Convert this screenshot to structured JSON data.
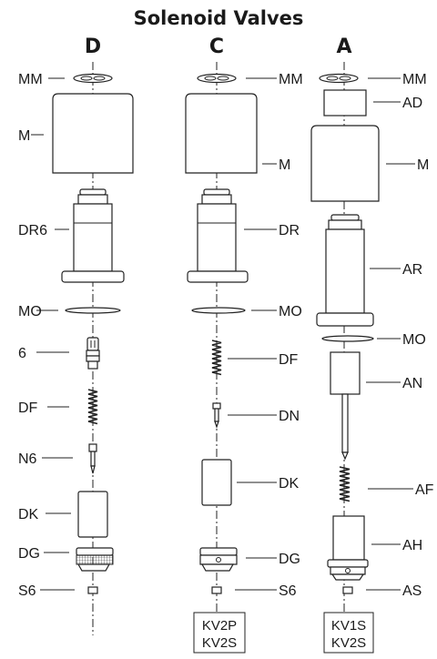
{
  "title": "Solenoid Valves",
  "columns": {
    "d": {
      "heading": "D",
      "labels": {
        "mm": "MM",
        "m": "M",
        "dr": "DR6",
        "mo": "MO",
        "six": "6",
        "df": "DF",
        "n": "N6",
        "dk": "DK",
        "dg": "DG",
        "s": "S6"
      }
    },
    "c": {
      "heading": "C",
      "labels": {
        "mm": "MM",
        "m": "M",
        "dr": "DR",
        "mo": "MO",
        "df": "DF",
        "dn": "DN",
        "dk": "DK",
        "dg": "DG",
        "s": "S6"
      },
      "codes": [
        "KV2P",
        "KV2S"
      ]
    },
    "a": {
      "heading": "A",
      "labels": {
        "mm": "MM",
        "ad": "AD",
        "m": "M",
        "ar": "AR",
        "mo": "MO",
        "an": "AN",
        "af": "AF",
        "ah": "AH",
        "as": "AS"
      },
      "codes": [
        "KV1S",
        "KV2S"
      ]
    }
  }
}
